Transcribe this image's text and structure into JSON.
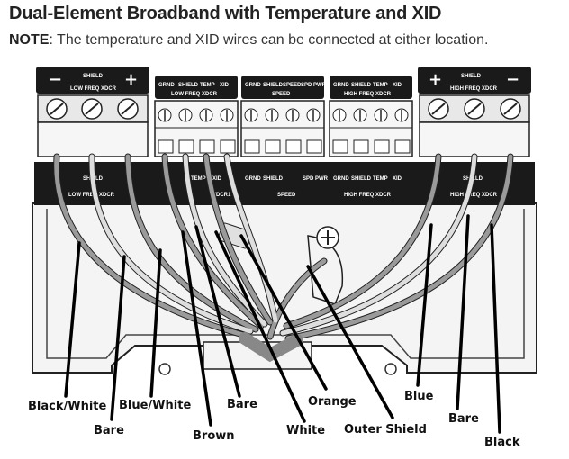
{
  "title": "Dual-Element Broadband with Temperature and XID",
  "note": {
    "label": "NOTE",
    "text": ": The temperature and XID wires can be connected at either location."
  },
  "connectors": {
    "low_freq": {
      "minus": "−",
      "plus": "+",
      "shield": "SHIELD",
      "caption": "LOW FREQ XDCR"
    },
    "low_freq_xdcr1": {
      "pins": [
        "GRND",
        "SHIELD",
        "TEMP",
        "XID"
      ],
      "caption": "LOW FREQ XDCR"
    },
    "speed": {
      "pins": [
        "GRND",
        "SHIELD",
        "SPEED",
        "SPD PWR"
      ],
      "caption": "SPEED"
    },
    "high_freq_xdcr": {
      "pins": [
        "GRND",
        "SHIELD",
        "TEMP",
        "XID"
      ],
      "caption": "HIGH FREQ XDCR"
    },
    "high_freq": {
      "plus": "+",
      "minus": "−",
      "shield": "SHIELD",
      "caption": "HIGH FREQ XDCR"
    }
  },
  "board_labels": {
    "low_freq": "LOW FREQ XDCR",
    "xdcr1": "XDCR1",
    "speed": "SPEED",
    "high_freq_mid": "HIGH FREQ XDCR",
    "high_freq": "HIGH FREQ XDCR",
    "pins": [
      "SHIELD",
      "TEMP",
      "XID",
      "GRND",
      "SHIELD",
      "SPD PWR",
      "GRND",
      "SHIELD",
      "TEMP",
      "XID",
      "SHIELD"
    ]
  },
  "wire_labels": {
    "black_white": "Black/White",
    "bare_left": "Bare",
    "blue_white": "Blue/White",
    "brown": "Brown",
    "bare_mid": "Bare",
    "white": "White",
    "orange": "Orange",
    "outer_shield": "Outer Shield",
    "blue": "Blue",
    "bare_right": "Bare",
    "black": "Black"
  },
  "colors": {
    "housing": "#1a1a1a",
    "wire_gray": "#9a9a9a",
    "wire_light": "#d6d6d6",
    "terminal": "#f2f2f2",
    "leader": "#000000"
  }
}
